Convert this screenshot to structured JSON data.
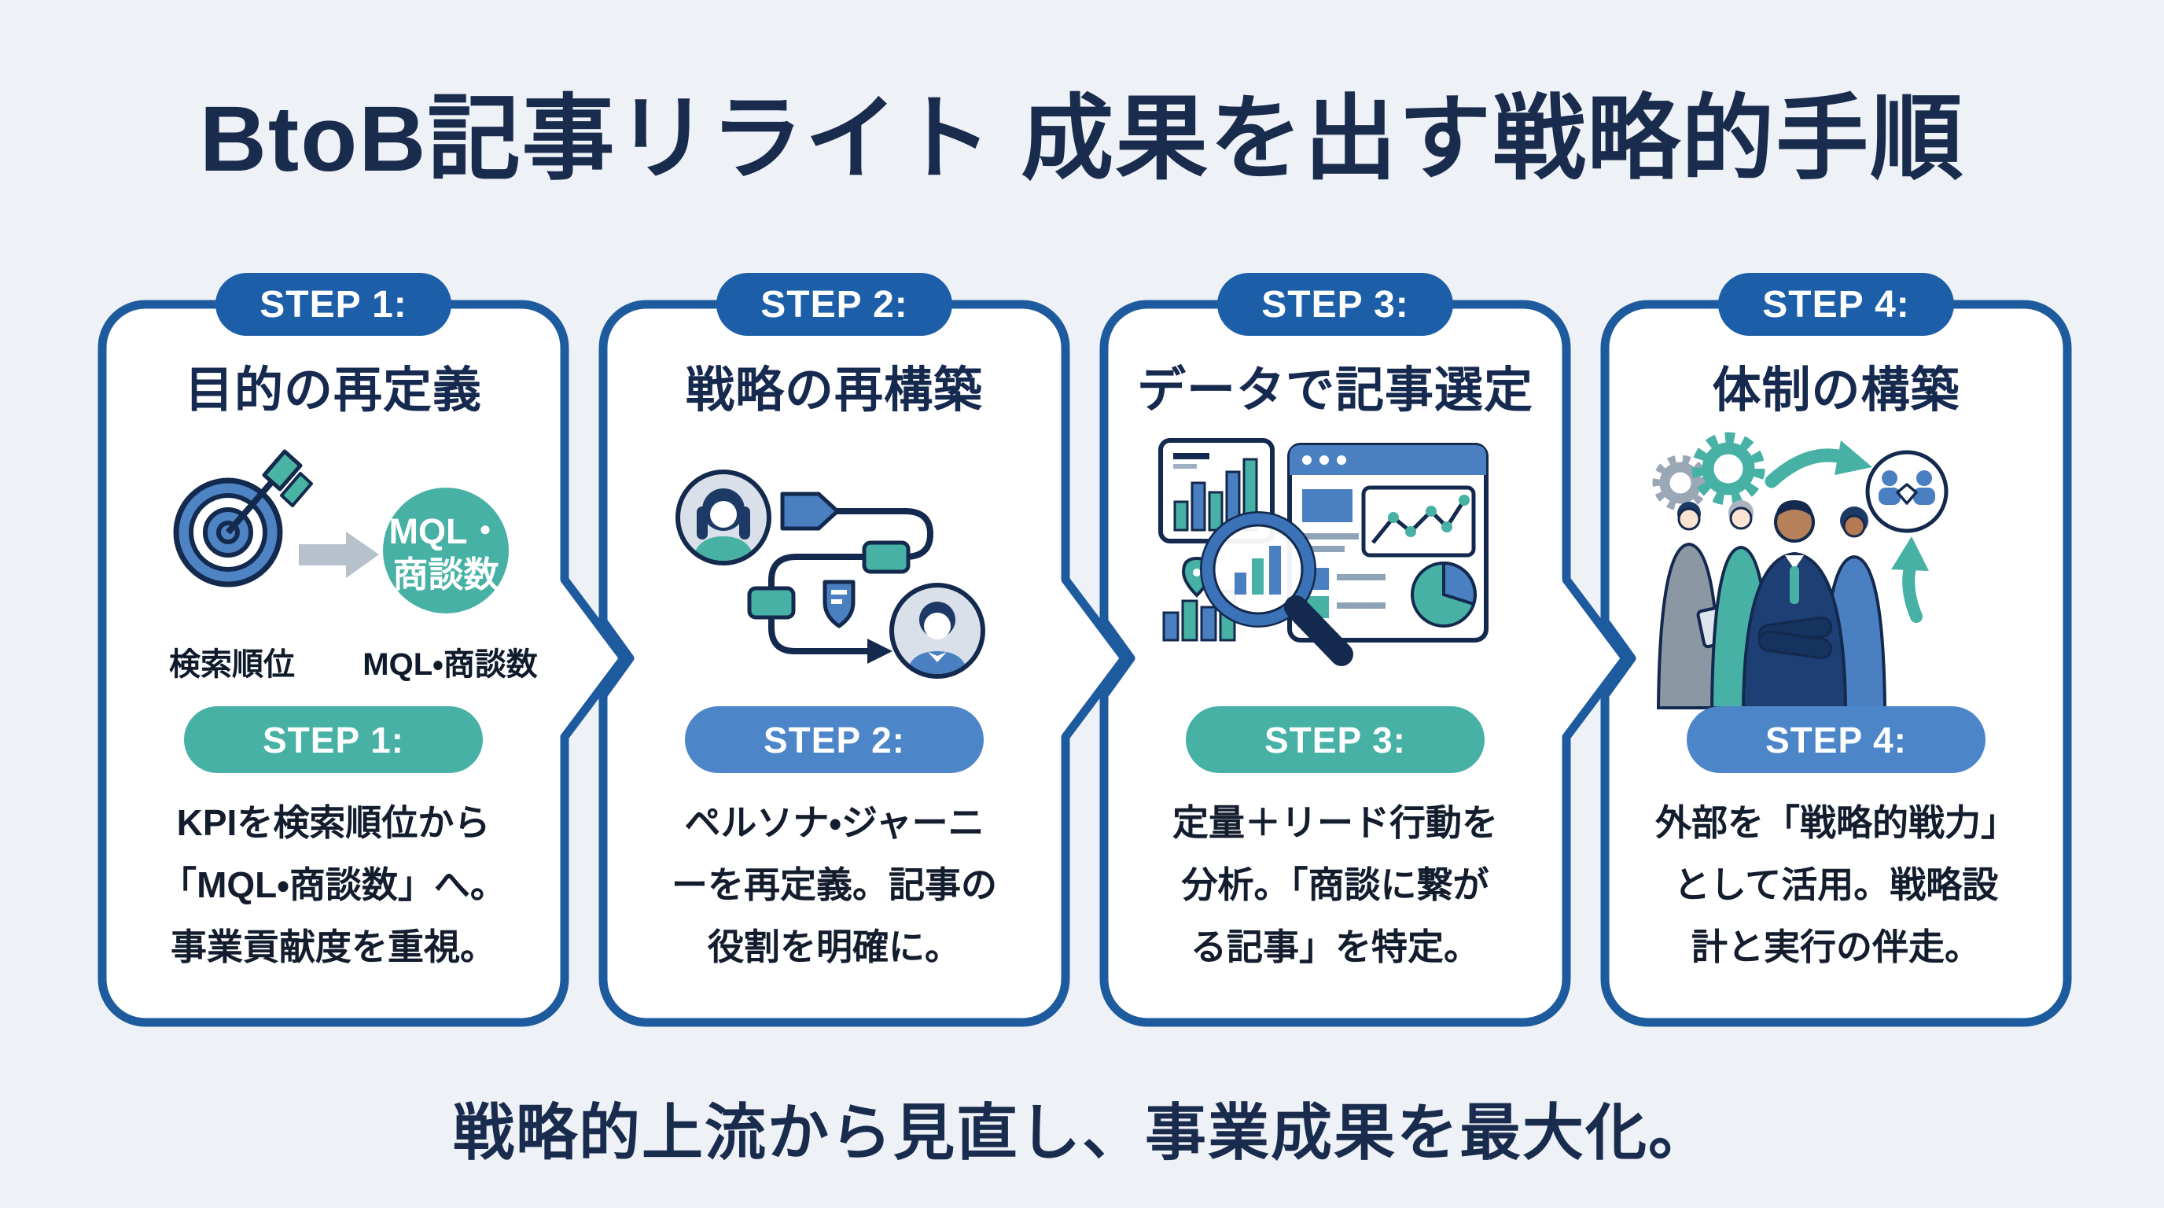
{
  "page": {
    "title": "BtoB記事リライト 成果を出す戦略的手順",
    "footer": "戦略的上流から見直し、事業成果を最大化。"
  },
  "colors": {
    "background": "#eef2f7",
    "card_background": "#ffffff",
    "card_border": "#1e5b9e",
    "badge_blue": "#1c5fa8",
    "pill_teal": "#46b1a4",
    "pill_blue": "#4d86c8",
    "accent_teal": "#46b1a4",
    "accent_blue": "#4a80c2",
    "navy_text": "#16294e",
    "body_text": "#141d2e",
    "arrow_gray": "#b6c1cc"
  },
  "steps": [
    {
      "badge": "STEP 1:",
      "heading": "目的の再定義",
      "pill": "STEP 1:",
      "pill_color": "#46b1a4",
      "body_lines": [
        "KPIを検索順位から",
        "「MQL・商談数」へ。",
        "事業貢献度を重視。"
      ],
      "icon": {
        "name": "target-to-mql",
        "label_left": "検索順位",
        "label_right": "MQL・商談数",
        "circle_lines": [
          "MQL・",
          "商談数"
        ]
      }
    },
    {
      "badge": "STEP 2:",
      "heading": "戦略の再構築",
      "pill": "STEP 2:",
      "pill_color": "#4d86c8",
      "body_lines": [
        "ペルソナ・ジャーニ",
        "ーを再定義。記事の",
        "役割を明確に。"
      ],
      "icon": {
        "name": "persona-journey-map"
      }
    },
    {
      "badge": "STEP 3:",
      "heading": "データで記事選定",
      "pill": "STEP 3:",
      "pill_color": "#46b1a4",
      "body_lines": [
        "定量＋リード行動を",
        "分析。「商談に繋が",
        "る記事」を特定。"
      ],
      "icon": {
        "name": "data-analysis-dashboard"
      }
    },
    {
      "badge": "STEP 4:",
      "heading": "体制の構築",
      "pill": "STEP 4:",
      "pill_color": "#4d86c8",
      "body_lines": [
        "外部を「戦略的戦力」",
        "として活用。戦略設",
        "計と実行の伴走。"
      ],
      "icon": {
        "name": "team-building"
      }
    }
  ]
}
